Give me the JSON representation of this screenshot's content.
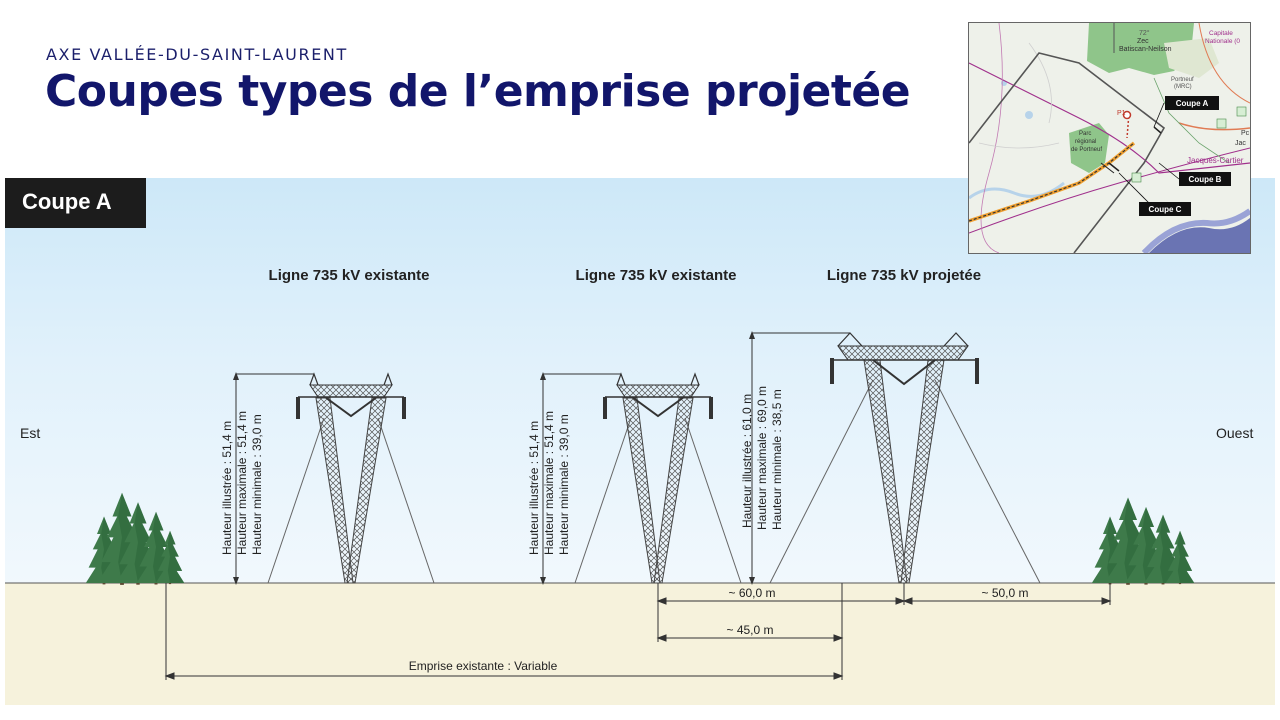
{
  "header": {
    "eyebrow": "AXE VALLÉE-DU-SAINT-LAURENT",
    "title": "Coupes types de l’emprise projetée"
  },
  "section": {
    "label": "Coupe A"
  },
  "directions": {
    "left": "Est",
    "right": "Ouest"
  },
  "towers": [
    {
      "title": "Ligne 735 kV existante",
      "heights": [
        "Hauteur illustrée : 51,4 m",
        "Hauteur maximale : 51,4 m",
        "Hauteur minimale : 39,0 m"
      ]
    },
    {
      "title": "Ligne 735 kV existante",
      "heights": [
        "Hauteur illustrée : 51,4 m",
        "Hauteur maximale : 51,4 m",
        "Hauteur minimale : 39,0 m"
      ]
    },
    {
      "title": "Ligne 735 kV projetée",
      "heights": [
        "Hauteur illustrée : 61,0 m",
        "Hauteur maximale : 69,0 m",
        "Hauteur minimale : 38,5 m"
      ]
    }
  ],
  "dimensions": {
    "d60": "~ 60,0 m",
    "d50": "~ 50,0 m",
    "d45": "~ 45,0 m",
    "emprise": "Emprise existante : Variable"
  },
  "inset_map": {
    "labels": {
      "zec": "Zec",
      "zec_name": "Batiscan-Neilson",
      "capitale": "Capitale",
      "capitale2": "Nationale (0",
      "portneuf": "Portneuf",
      "mrc": "(MRC)",
      "parc1": "Parc",
      "parc2": "régional",
      "parc3": "de Portneuf",
      "jacques": "Jacques-Cartier",
      "p1": "P1",
      "num": "72°",
      "pc1": "Pc",
      "pc2": "Jac"
    },
    "tags": {
      "a": "Coupe A",
      "b": "Coupe B",
      "c": "Coupe C"
    }
  },
  "colors": {
    "title": "#12166b",
    "tree": "#3e7a4a",
    "zec_green": "#8fc58a",
    "river": "#6a74b3",
    "route": "#a0308c"
  }
}
